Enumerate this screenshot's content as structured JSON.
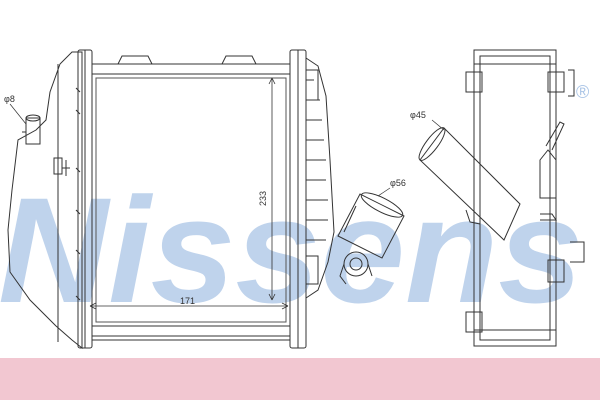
{
  "watermark": {
    "text": "Nissens",
    "registered_mark": "®",
    "color": "#a9c4e6"
  },
  "dimensions": {
    "pipe_left_diameter": "φ8",
    "height": "233",
    "width": "171",
    "outlet_diameter": "φ56",
    "side_pipe_diameter": "φ45"
  },
  "footer_band": {
    "color": "#f2c7d1"
  }
}
